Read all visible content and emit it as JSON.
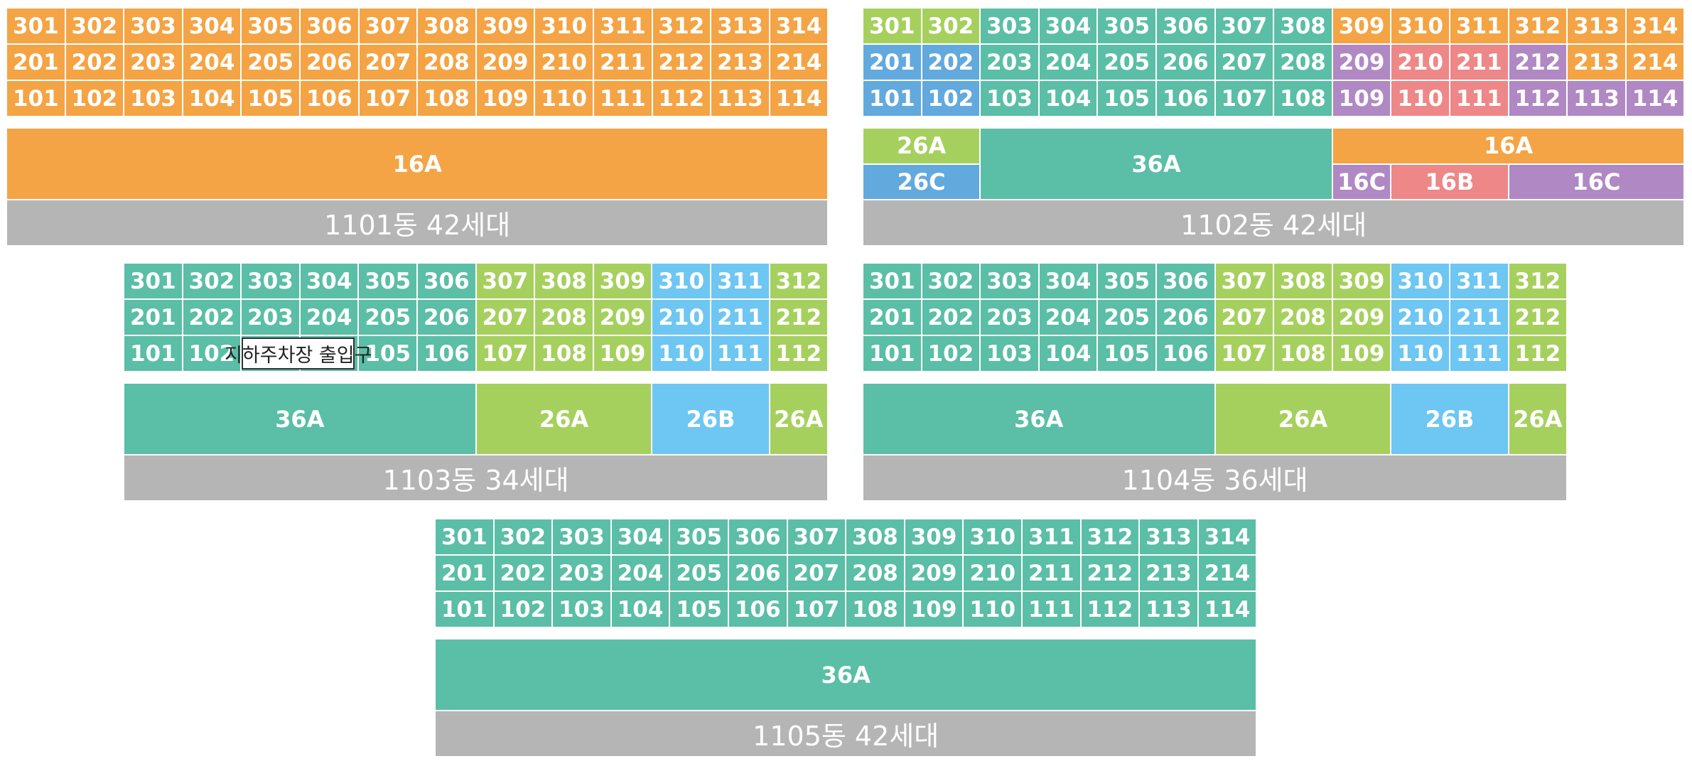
{
  "colors": {
    "orange": "#F4A445",
    "green": "#5BBEA6",
    "lime": "#A6D05E",
    "blue": "#62A9DD",
    "skyblue": "#6EC6F2",
    "purple": "#B088C4",
    "pink": "#EE8787",
    "gray": "#B4B5B4"
  },
  "buildings": [
    {
      "id": "1101",
      "label": "1101동 42세대",
      "floors": [
        {
          "units": [
            [
              "301",
              "orange"
            ],
            [
              "302",
              "orange"
            ],
            [
              "303",
              "orange"
            ],
            [
              "304",
              "orange"
            ],
            [
              "305",
              "orange"
            ],
            [
              "306",
              "orange"
            ],
            [
              "307",
              "orange"
            ],
            [
              "308",
              "orange"
            ],
            [
              "309",
              "orange"
            ],
            [
              "310",
              "orange"
            ],
            [
              "311",
              "orange"
            ],
            [
              "312",
              "orange"
            ],
            [
              "313",
              "orange"
            ],
            [
              "314",
              "orange"
            ]
          ]
        },
        {
          "units": [
            [
              "201",
              "orange"
            ],
            [
              "202",
              "orange"
            ],
            [
              "203",
              "orange"
            ],
            [
              "204",
              "orange"
            ],
            [
              "205",
              "orange"
            ],
            [
              "206",
              "orange"
            ],
            [
              "207",
              "orange"
            ],
            [
              "208",
              "orange"
            ],
            [
              "209",
              "orange"
            ],
            [
              "210",
              "orange"
            ],
            [
              "211",
              "orange"
            ],
            [
              "212",
              "orange"
            ],
            [
              "213",
              "orange"
            ],
            [
              "214",
              "orange"
            ]
          ]
        },
        {
          "units": [
            [
              "101",
              "orange"
            ],
            [
              "102",
              "orange"
            ],
            [
              "103",
              "orange"
            ],
            [
              "104",
              "orange"
            ],
            [
              "105",
              "orange"
            ],
            [
              "106",
              "orange"
            ],
            [
              "107",
              "orange"
            ],
            [
              "108",
              "orange"
            ],
            [
              "109",
              "orange"
            ],
            [
              "110",
              "orange"
            ],
            [
              "111",
              "orange"
            ],
            [
              "112",
              "orange"
            ],
            [
              "113",
              "orange"
            ],
            [
              "114",
              "orange"
            ]
          ]
        }
      ],
      "types": [
        {
          "name": "16A",
          "color": "orange",
          "span": 14,
          "row": "full"
        }
      ]
    },
    {
      "id": "1102",
      "label": "1102동 42세대",
      "floors": [
        {
          "units": [
            [
              "301",
              "lime"
            ],
            [
              "302",
              "lime"
            ],
            [
              "303",
              "green"
            ],
            [
              "304",
              "green"
            ],
            [
              "305",
              "green"
            ],
            [
              "306",
              "green"
            ],
            [
              "307",
              "green"
            ],
            [
              "308",
              "green"
            ],
            [
              "309",
              "orange"
            ],
            [
              "310",
              "orange"
            ],
            [
              "311",
              "orange"
            ],
            [
              "312",
              "orange"
            ],
            [
              "313",
              "orange"
            ],
            [
              "314",
              "orange"
            ]
          ]
        },
        {
          "units": [
            [
              "201",
              "blue"
            ],
            [
              "202",
              "blue"
            ],
            [
              "203",
              "green"
            ],
            [
              "204",
              "green"
            ],
            [
              "205",
              "green"
            ],
            [
              "206",
              "green"
            ],
            [
              "207",
              "green"
            ],
            [
              "208",
              "green"
            ],
            [
              "209",
              "purple"
            ],
            [
              "210",
              "pink"
            ],
            [
              "211",
              "pink"
            ],
            [
              "212",
              "purple"
            ],
            [
              "213",
              "orange"
            ],
            [
              "214",
              "orange"
            ]
          ]
        },
        {
          "units": [
            [
              "101",
              "blue"
            ],
            [
              "102",
              "blue"
            ],
            [
              "103",
              "green"
            ],
            [
              "104",
              "green"
            ],
            [
              "105",
              "green"
            ],
            [
              "106",
              "green"
            ],
            [
              "107",
              "green"
            ],
            [
              "108",
              "green"
            ],
            [
              "109",
              "purple"
            ],
            [
              "110",
              "pink"
            ],
            [
              "111",
              "pink"
            ],
            [
              "112",
              "purple"
            ],
            [
              "113",
              "purple"
            ],
            [
              "114",
              "purple"
            ]
          ]
        }
      ],
      "types": [
        {
          "name": "26A",
          "color": "lime",
          "span": 2,
          "row": "top"
        },
        {
          "name": "26C",
          "color": "blue",
          "span": 2,
          "row": "bottom"
        },
        {
          "name": "36A",
          "color": "green",
          "span": 6,
          "row": "full"
        },
        {
          "name": "16A",
          "color": "orange",
          "span": 6,
          "row": "top"
        },
        {
          "name": "16C",
          "color": "purple",
          "span": 1,
          "row": "bottom"
        },
        {
          "name": "16B",
          "color": "pink",
          "span": 2,
          "row": "bottom"
        },
        {
          "name": "16C",
          "color": "purple",
          "span": 3,
          "row": "bottom"
        }
      ]
    },
    {
      "id": "1103",
      "label": "1103동 34세대",
      "floors": [
        {
          "units": [
            [
              "301",
              "green"
            ],
            [
              "302",
              "green"
            ],
            [
              "303",
              "green"
            ],
            [
              "304",
              "green"
            ],
            [
              "305",
              "green"
            ],
            [
              "306",
              "green"
            ],
            [
              "307",
              "lime"
            ],
            [
              "308",
              "lime"
            ],
            [
              "309",
              "lime"
            ],
            [
              "310",
              "skyblue"
            ],
            [
              "311",
              "skyblue"
            ],
            [
              "312",
              "lime"
            ]
          ]
        },
        {
          "units": [
            [
              "201",
              "green"
            ],
            [
              "202",
              "green"
            ],
            [
              "203",
              "green"
            ],
            [
              "204",
              "green"
            ],
            [
              "205",
              "green"
            ],
            [
              "206",
              "green"
            ],
            [
              "207",
              "lime"
            ],
            [
              "208",
              "lime"
            ],
            [
              "209",
              "lime"
            ],
            [
              "210",
              "skyblue"
            ],
            [
              "211",
              "skyblue"
            ],
            [
              "212",
              "lime"
            ]
          ]
        },
        {
          "units": [
            [
              "101",
              "green"
            ],
            [
              "102",
              "green"
            ],
            [
              "",
              "green"
            ],
            [
              "",
              "green"
            ],
            [
              "105",
              "green"
            ],
            [
              "106",
              "green"
            ],
            [
              "107",
              "lime"
            ],
            [
              "108",
              "lime"
            ],
            [
              "109",
              "lime"
            ],
            [
              "110",
              "skyblue"
            ],
            [
              "111",
              "skyblue"
            ],
            [
              "112",
              "lime"
            ]
          ]
        }
      ],
      "note": "지하주차장 출입구",
      "types": [
        {
          "name": "36A",
          "color": "green",
          "span": 6,
          "row": "full"
        },
        {
          "name": "26A",
          "color": "lime",
          "span": 3,
          "row": "full"
        },
        {
          "name": "26B",
          "color": "skyblue",
          "span": 2,
          "row": "full"
        },
        {
          "name": "26A",
          "color": "lime",
          "span": 1,
          "row": "full"
        }
      ]
    },
    {
      "id": "1104",
      "label": "1104동 36세대",
      "floors": [
        {
          "units": [
            [
              "301",
              "green"
            ],
            [
              "302",
              "green"
            ],
            [
              "303",
              "green"
            ],
            [
              "304",
              "green"
            ],
            [
              "305",
              "green"
            ],
            [
              "306",
              "green"
            ],
            [
              "307",
              "lime"
            ],
            [
              "308",
              "lime"
            ],
            [
              "309",
              "lime"
            ],
            [
              "310",
              "skyblue"
            ],
            [
              "311",
              "skyblue"
            ],
            [
              "312",
              "lime"
            ]
          ]
        },
        {
          "units": [
            [
              "201",
              "green"
            ],
            [
              "202",
              "green"
            ],
            [
              "203",
              "green"
            ],
            [
              "204",
              "green"
            ],
            [
              "205",
              "green"
            ],
            [
              "206",
              "green"
            ],
            [
              "207",
              "lime"
            ],
            [
              "208",
              "lime"
            ],
            [
              "209",
              "lime"
            ],
            [
              "210",
              "skyblue"
            ],
            [
              "211",
              "skyblue"
            ],
            [
              "212",
              "lime"
            ]
          ]
        },
        {
          "units": [
            [
              "101",
              "green"
            ],
            [
              "102",
              "green"
            ],
            [
              "103",
              "green"
            ],
            [
              "104",
              "green"
            ],
            [
              "105",
              "green"
            ],
            [
              "106",
              "green"
            ],
            [
              "107",
              "lime"
            ],
            [
              "108",
              "lime"
            ],
            [
              "109",
              "lime"
            ],
            [
              "110",
              "skyblue"
            ],
            [
              "111",
              "skyblue"
            ],
            [
              "112",
              "lime"
            ]
          ]
        }
      ],
      "types": [
        {
          "name": "36A",
          "color": "green",
          "span": 6,
          "row": "full"
        },
        {
          "name": "26A",
          "color": "lime",
          "span": 3,
          "row": "full"
        },
        {
          "name": "26B",
          "color": "skyblue",
          "span": 2,
          "row": "full"
        },
        {
          "name": "26A",
          "color": "lime",
          "span": 1,
          "row": "full"
        }
      ]
    },
    {
      "id": "1105",
      "label": "1105동 42세대",
      "floors": [
        {
          "units": [
            [
              "301",
              "green"
            ],
            [
              "302",
              "green"
            ],
            [
              "303",
              "green"
            ],
            [
              "304",
              "green"
            ],
            [
              "305",
              "green"
            ],
            [
              "306",
              "green"
            ],
            [
              "307",
              "green"
            ],
            [
              "308",
              "green"
            ],
            [
              "309",
              "green"
            ],
            [
              "310",
              "green"
            ],
            [
              "311",
              "green"
            ],
            [
              "312",
              "green"
            ],
            [
              "313",
              "green"
            ],
            [
              "314",
              "green"
            ]
          ]
        },
        {
          "units": [
            [
              "201",
              "green"
            ],
            [
              "202",
              "green"
            ],
            [
              "203",
              "green"
            ],
            [
              "204",
              "green"
            ],
            [
              "205",
              "green"
            ],
            [
              "206",
              "green"
            ],
            [
              "207",
              "green"
            ],
            [
              "208",
              "green"
            ],
            [
              "209",
              "green"
            ],
            [
              "210",
              "green"
            ],
            [
              "211",
              "green"
            ],
            [
              "212",
              "green"
            ],
            [
              "213",
              "green"
            ],
            [
              "214",
              "green"
            ]
          ]
        },
        {
          "units": [
            [
              "101",
              "green"
            ],
            [
              "102",
              "green"
            ],
            [
              "103",
              "green"
            ],
            [
              "104",
              "green"
            ],
            [
              "105",
              "green"
            ],
            [
              "106",
              "green"
            ],
            [
              "107",
              "green"
            ],
            [
              "108",
              "green"
            ],
            [
              "109",
              "green"
            ],
            [
              "110",
              "green"
            ],
            [
              "111",
              "green"
            ],
            [
              "112",
              "green"
            ],
            [
              "113",
              "green"
            ],
            [
              "114",
              "green"
            ]
          ]
        }
      ],
      "types": [
        {
          "name": "36A",
          "color": "green",
          "span": 14,
          "row": "full"
        }
      ]
    }
  ]
}
